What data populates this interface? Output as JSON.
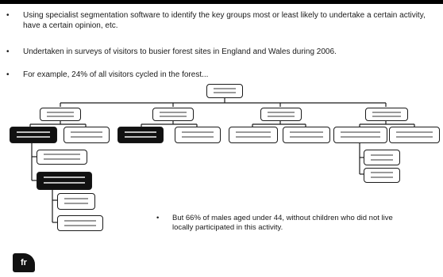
{
  "slide": {
    "bullets": [
      {
        "dot": "•",
        "text": "Using specialist segmentation software to identify the key groups most or least likely to undertake a certain activity, have a certain opinion, etc."
      },
      {
        "dot": "•",
        "text": "Undertaken in surveys of visitors to busier forest sites in England and Wales during 2006."
      },
      {
        "dot": "•",
        "text": "For example, 24% of all visitors cycled in the forest..."
      }
    ],
    "callout": {
      "dot": "•",
      "text": "But 66% of males aged under 44, without children who did not live locally participated in this activity."
    },
    "logo": "fr"
  },
  "colors": {
    "ink": "#1a1a1a",
    "dark_node": "#111111",
    "bar": "#9a9a9a"
  }
}
